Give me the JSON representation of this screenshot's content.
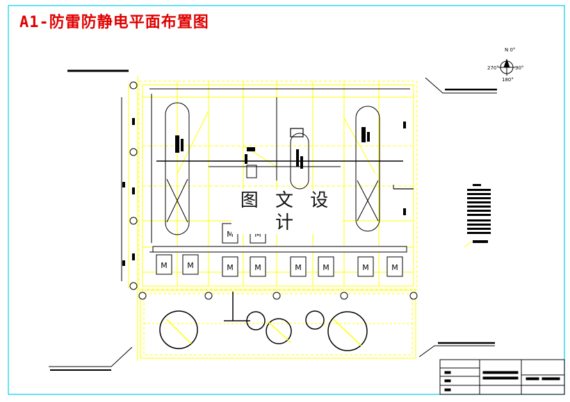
{
  "title": "A1-防雷防静电平面布置图",
  "watermark": "图 文 设 计",
  "compass": {
    "north": "N\n0°",
    "east": "90°",
    "south": "180°",
    "west": "270°"
  },
  "motor_label": "M",
  "colors": {
    "frame": "#00cfe8",
    "title": "#e00000",
    "ground": "#ffff00",
    "equipment": "#000000"
  }
}
